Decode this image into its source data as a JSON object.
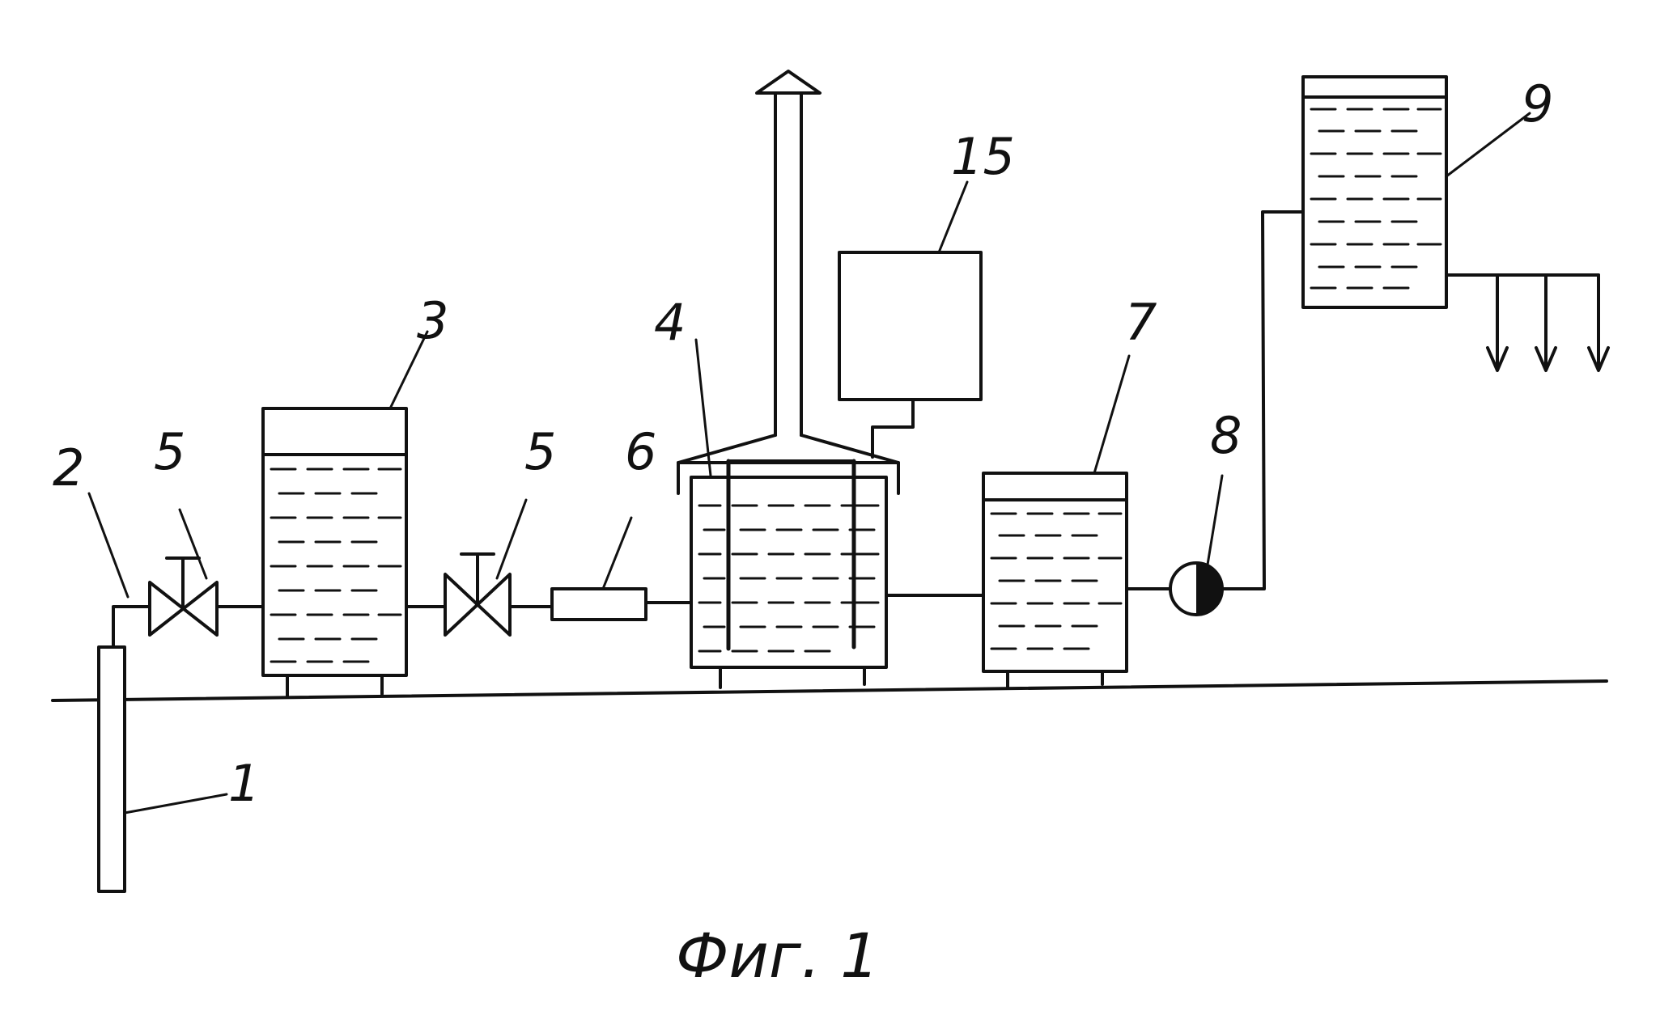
{
  "figure": {
    "caption": "Фиг. 1",
    "labels": {
      "well": "1",
      "pipe": "2",
      "tank_first": "3",
      "reactor": "4",
      "valve_left": "5",
      "valve_right": "5",
      "unit_6": "6",
      "tank_second": "7",
      "pump": "8",
      "tower_tank": "9",
      "control_unit": "15"
    }
  }
}
